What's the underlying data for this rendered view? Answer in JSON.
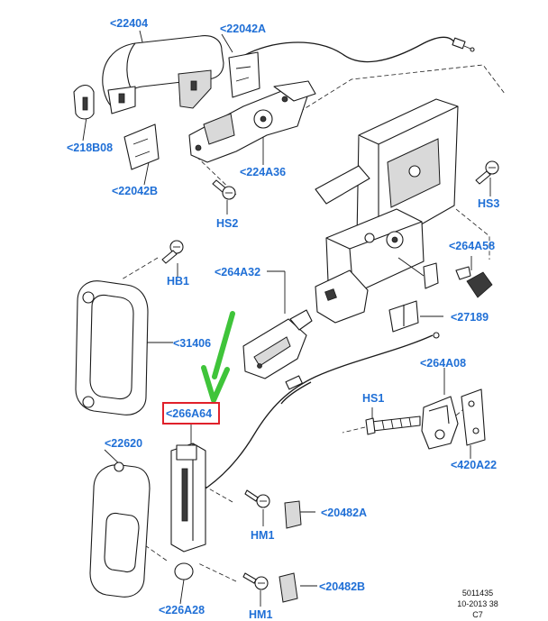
{
  "labels": {
    "l22404": "<22404",
    "l22042A": "<22042A",
    "l218B08": "<218B08",
    "l22042B": "<22042B",
    "l224A36": "<224A36",
    "lHS2": "HS2",
    "lHS3": "HS3",
    "l264A58": "<264A58",
    "lHB1": "HB1",
    "l264A32": "<264A32",
    "l27189": "<27189",
    "l31406": "<31406",
    "l264A08": "<264A08",
    "lHS1": "HS1",
    "l266A64": "<266A64",
    "l420A22": "<420A22",
    "l22620": "<22620",
    "l20482A": "<20482A",
    "lHM1a": "HM1",
    "l20482B": "<20482B",
    "l226A28": "<226A28",
    "lHM1b": "HM1"
  },
  "footer": {
    "line1": "5011435",
    "line2": "10-2013 38",
    "line3": "C7"
  },
  "colors": {
    "label_blue": "#1f6fd6",
    "highlight_red": "#e0202a",
    "arrow_green": "#3fc43a"
  }
}
